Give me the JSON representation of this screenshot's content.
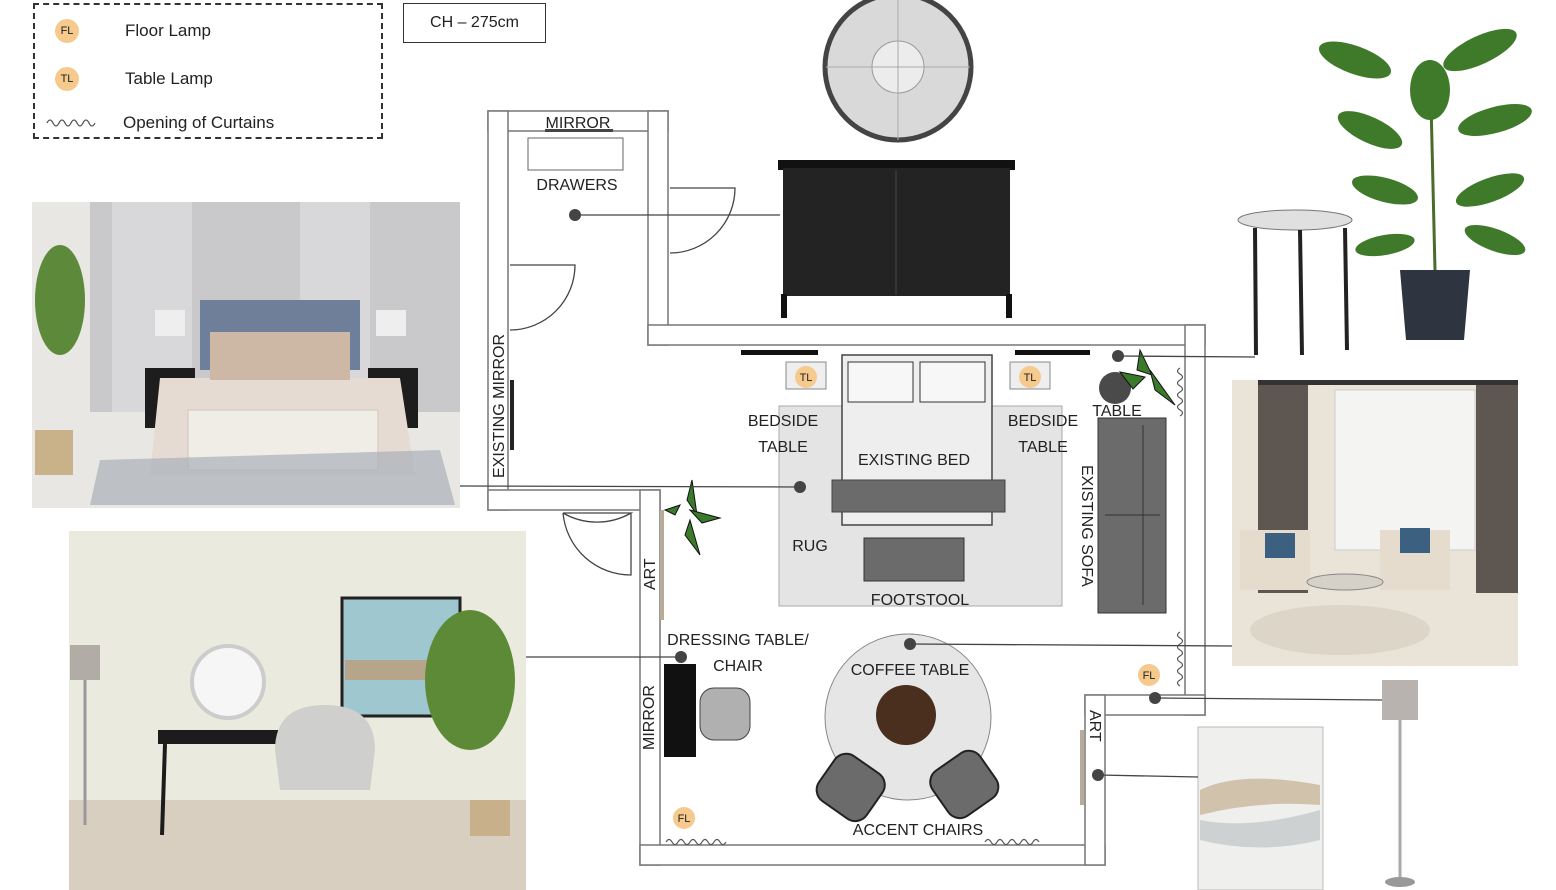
{
  "legend": {
    "items": [
      {
        "badge": "FL",
        "label": "Floor Lamp"
      },
      {
        "badge": "TL",
        "label": "Table Lamp"
      },
      {
        "symbol": "wavy-line",
        "label": "Opening of Curtains"
      }
    ]
  },
  "ceiling_height": "CH – 275cm",
  "plan_labels": {
    "mirror_top": "MIRROR",
    "drawers": "DRAWERS",
    "existing_mirror": "EXISTING MIRROR",
    "bedside_table_left_1": "BEDSIDE",
    "bedside_table_left_2": "TABLE",
    "bedside_table_right_1": "BEDSIDE",
    "bedside_table_right_2": "TABLE",
    "existing_bed": "EXISTING BED",
    "table": "TABLE",
    "existing_sofa": "EXISTING SOFA",
    "rug": "RUG",
    "footstool": "FOOTSTOOL",
    "art_left": "ART",
    "art_right": "ART",
    "dressing_table_1": "DRESSING TABLE/",
    "dressing_table_2": "CHAIR",
    "mirror_left": "MIRROR",
    "coffee_table": "COFFEE TABLE",
    "accent_chairs": "ACCENT CHAIRS",
    "table_lamp_badge": "TL",
    "floor_lamp_badge": "FL"
  },
  "colors": {
    "lamp_badge": "#f6c98c",
    "wall": "#ffffff",
    "rug": "#e4e4e4",
    "furniture_dark": "#6b6b6b",
    "chest": "#1f1f1f",
    "coffee_table_top": "#4a2e1e"
  }
}
